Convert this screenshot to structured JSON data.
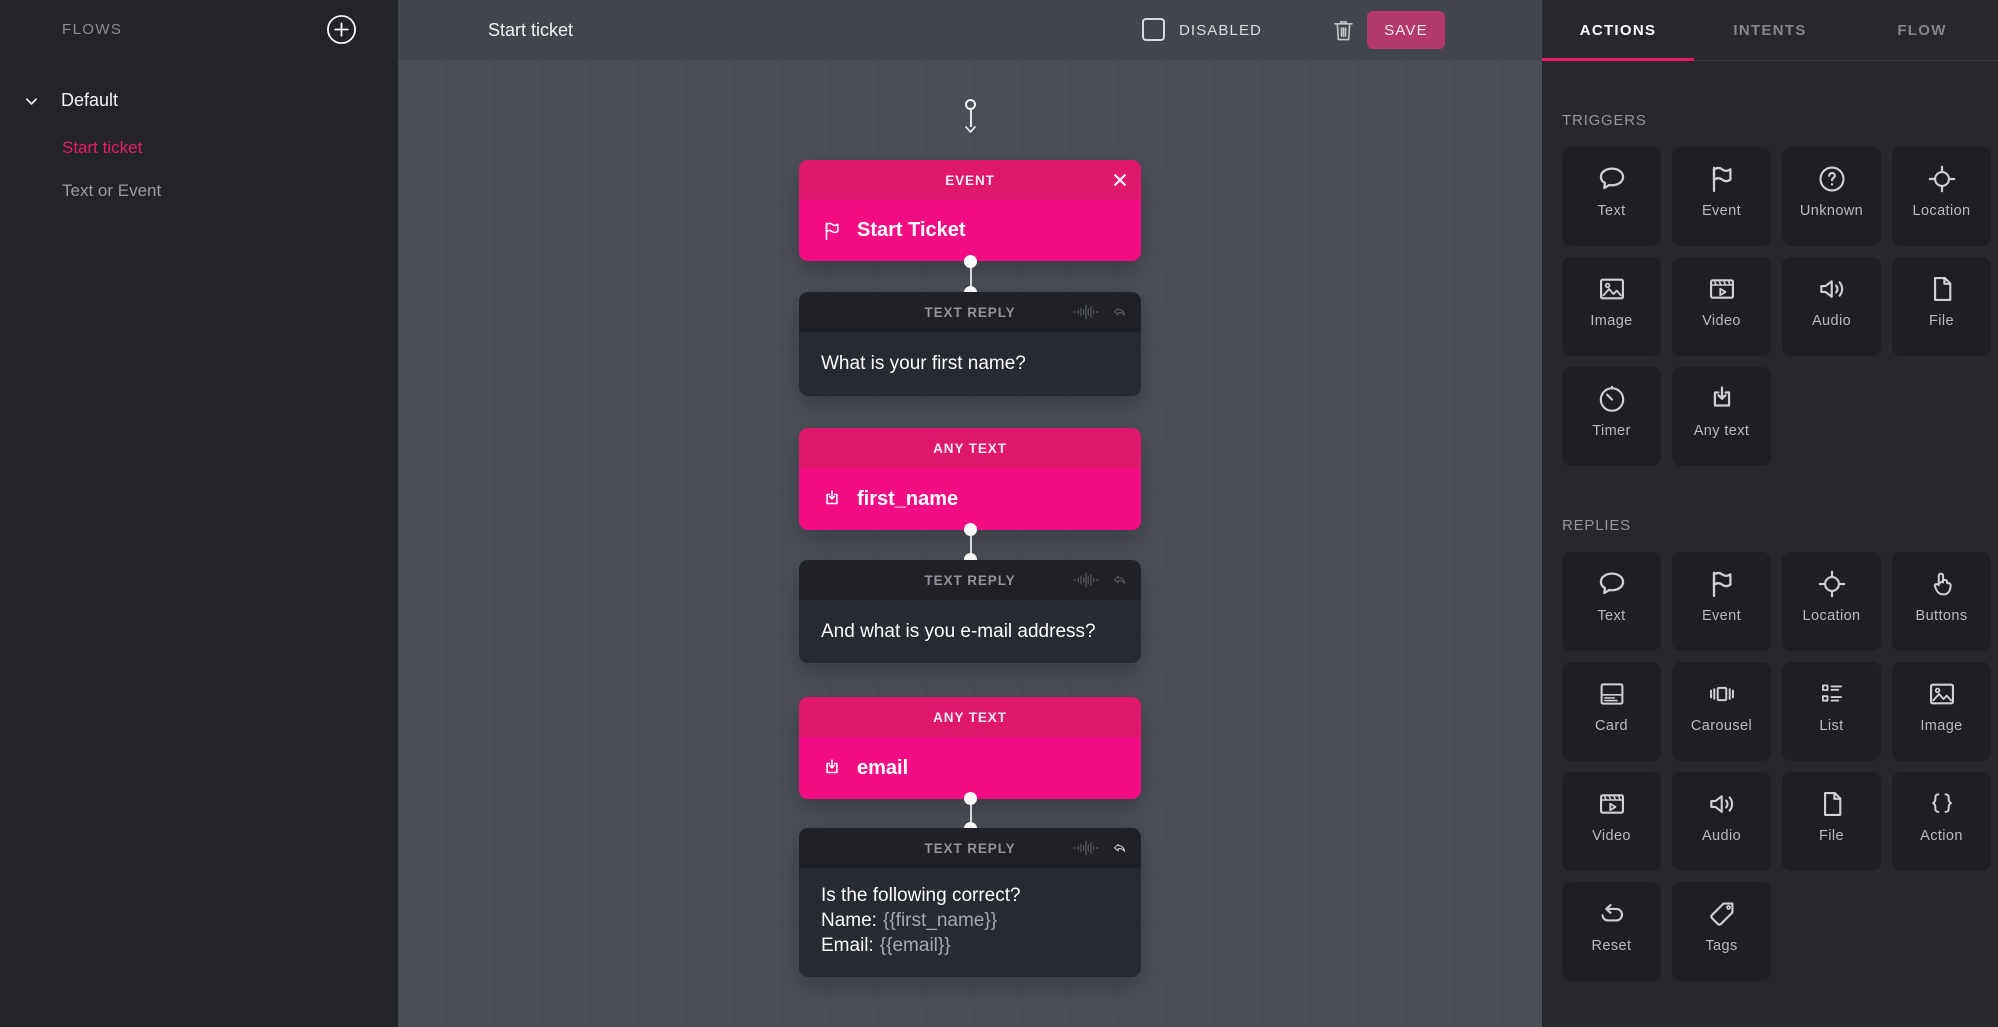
{
  "sidebar": {
    "title": "FLOWS",
    "group": {
      "label": "Default"
    },
    "items": [
      {
        "label": "Start ticket",
        "active": true
      },
      {
        "label": "Text or Event",
        "active": false
      }
    ]
  },
  "topbar": {
    "title": "Start ticket",
    "disabled_label": "DISABLED",
    "save_label": "SAVE",
    "disabled_checked": false
  },
  "canvas": {
    "nodes": [
      {
        "type": "EVENT",
        "title": "Start Ticket",
        "icon": "flag",
        "closable": true
      },
      {
        "type": "TEXT REPLY",
        "text": "What is your first name?",
        "icons": [
          "waveform",
          "reply-arrow"
        ]
      },
      {
        "type": "ANY TEXT",
        "title": "first_name",
        "icon": "import-tray"
      },
      {
        "type": "TEXT REPLY",
        "text": "And what is you e-mail address?",
        "icons": [
          "waveform",
          "reply-arrow"
        ]
      },
      {
        "type": "ANY TEXT",
        "title": "email",
        "icon": "import-tray"
      },
      {
        "type": "TEXT REPLY",
        "icons": [
          "waveform",
          "reply-arrow"
        ],
        "line1": "Is the following correct?",
        "name_label": "Name:",
        "name_var": "{{first_name}}",
        "email_label": "Email:",
        "email_var": "{{email}}"
      }
    ]
  },
  "panel": {
    "tabs": [
      {
        "label": "ACTIONS",
        "active": true
      },
      {
        "label": "INTENTS",
        "active": false
      },
      {
        "label": "FLOW",
        "active": false
      }
    ],
    "triggers": {
      "title": "TRIGGERS",
      "items": [
        {
          "label": "Text",
          "icon": "speech-bubble"
        },
        {
          "label": "Event",
          "icon": "flag"
        },
        {
          "label": "Unknown",
          "icon": "question-circle"
        },
        {
          "label": "Location",
          "icon": "crosshair"
        },
        {
          "label": "Image",
          "icon": "image"
        },
        {
          "label": "Video",
          "icon": "video"
        },
        {
          "label": "Audio",
          "icon": "speaker"
        },
        {
          "label": "File",
          "icon": "document"
        },
        {
          "label": "Timer",
          "icon": "timer"
        },
        {
          "label": "Any text",
          "icon": "import-tray"
        }
      ]
    },
    "replies": {
      "title": "REPLIES",
      "items": [
        {
          "label": "Text",
          "icon": "speech-bubble"
        },
        {
          "label": "Event",
          "icon": "flag"
        },
        {
          "label": "Location",
          "icon": "crosshair"
        },
        {
          "label": "Buttons",
          "icon": "hand-pointer"
        },
        {
          "label": "Card",
          "icon": "card"
        },
        {
          "label": "Carousel",
          "icon": "carousel"
        },
        {
          "label": "List",
          "icon": "list"
        },
        {
          "label": "Image",
          "icon": "image"
        },
        {
          "label": "Video",
          "icon": "video"
        },
        {
          "label": "Audio",
          "icon": "speaker"
        },
        {
          "label": "File",
          "icon": "document"
        },
        {
          "label": "Action",
          "icon": "curly-braces"
        },
        {
          "label": "Reset",
          "icon": "reset-loop"
        },
        {
          "label": "Tags",
          "icon": "tag"
        }
      ]
    }
  },
  "colors": {
    "accent_pink": "#f30c84",
    "header_pink": "#e0186b",
    "sidebar_active_pink": "#e81e63",
    "save_button": "#b2396a",
    "canvas_bg": "#4c4e57",
    "sidebar_bg": "#232428",
    "panel_bg": "#27282d",
    "tile_bg": "#1e1f24",
    "node_dark_body": "#282a31",
    "node_dark_header": "#1f2126"
  }
}
